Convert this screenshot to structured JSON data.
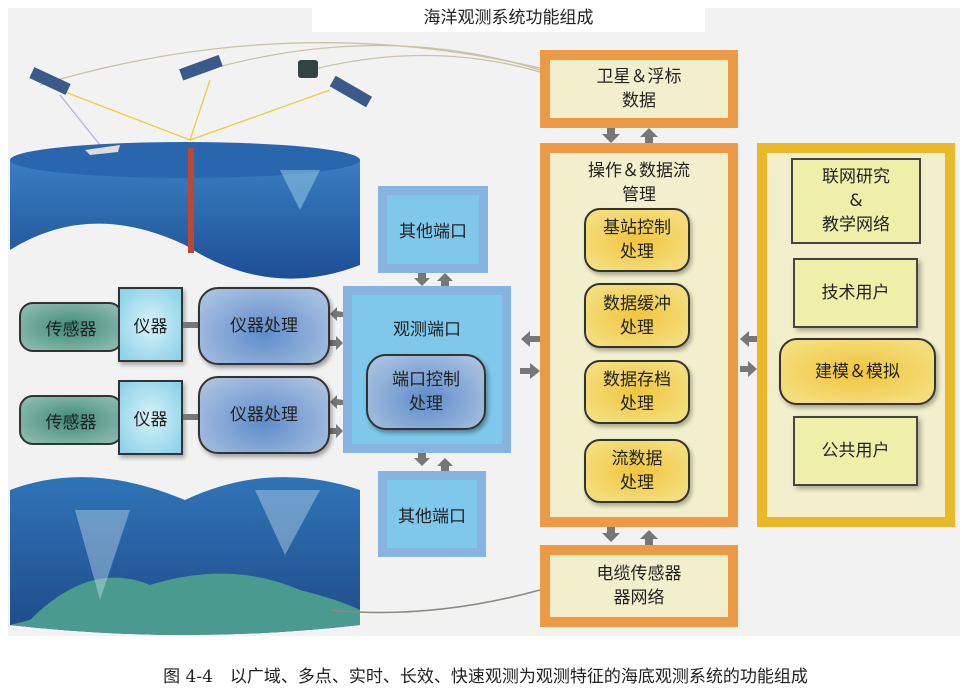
{
  "title": "海洋观测系统功能组成",
  "satellite_box": {
    "line1": "卫星＆浮标",
    "line2": "数据"
  },
  "ops_box": {
    "line1": "操作＆数据流",
    "line2": "管理",
    "items": [
      {
        "l1": "基站控制",
        "l2": "处理"
      },
      {
        "l1": "数据缓冲",
        "l2": "处理"
      },
      {
        "l1": "数据存档",
        "l2": "处理"
      },
      {
        "l1": "流数据",
        "l2": "处理"
      }
    ]
  },
  "users_box": {
    "research": {
      "l1": "联网研究",
      "l2": "&",
      "l3": "教学网络"
    },
    "tech_users": "技术用户",
    "modeling": "建模＆模拟",
    "public_users": "公共用户"
  },
  "cable_box": {
    "line1": "电缆传感器",
    "line2": "器网络"
  },
  "other_port_top": "其他端口",
  "other_port_bottom": "其他端口",
  "obs_port": {
    "label": "观测端口",
    "inner_l1": "端口控制",
    "inner_l2": "处理"
  },
  "rows": [
    {
      "sensor": "传感器",
      "instrument": "仪器",
      "processing": "仪器处理"
    },
    {
      "sensor": "传感器",
      "instrument": "仪器",
      "processing": "仪器处理"
    }
  ],
  "caption": "图 4-4　以广域、多点、实时、长效、快速观测为观测特征的海底观测系统的功能组成",
  "colors": {
    "orange": "#ec9a45",
    "yellow": "#e9b92a",
    "blue": "#86b3e0",
    "arrow": "#777777"
  }
}
